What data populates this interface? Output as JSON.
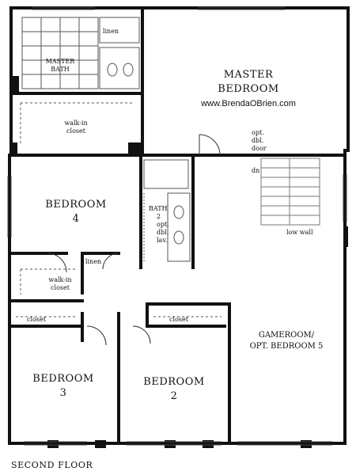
{
  "labels": {
    "master_bath": [
      "MASTER",
      "BATH"
    ],
    "linen_top": "linen",
    "master_bedroom": [
      "MASTER",
      "BEDROOM"
    ],
    "website": "www.BrendaOBrien.com",
    "walk_in_master": [
      "walk-in",
      "closet"
    ],
    "opt_door": [
      "opt.",
      "dbl.",
      "door"
    ],
    "dn": "dn",
    "low_wall": "low wall",
    "bedroom4": [
      "BEDROOM",
      "4"
    ],
    "bath2": [
      "BATH",
      "2",
      "opt.",
      "dbl.",
      "lav."
    ],
    "linen_mid": "linen",
    "walk_in_bed4": [
      "walk-in",
      "closet"
    ],
    "closet_bed3": "closet",
    "closet_bed2": "closet",
    "gameroom": [
      "GAMEROOM/",
      "OPT. BEDROOM 5"
    ],
    "bedroom3": [
      "BEDROOM",
      "3"
    ],
    "bedroom2": [
      "BEDROOM",
      "2"
    ],
    "floor_caption": "SECOND FLOOR"
  },
  "colors": {
    "wall": "#111111",
    "fixture": "#555555",
    "tile": "#999999",
    "background": "#ffffff"
  }
}
